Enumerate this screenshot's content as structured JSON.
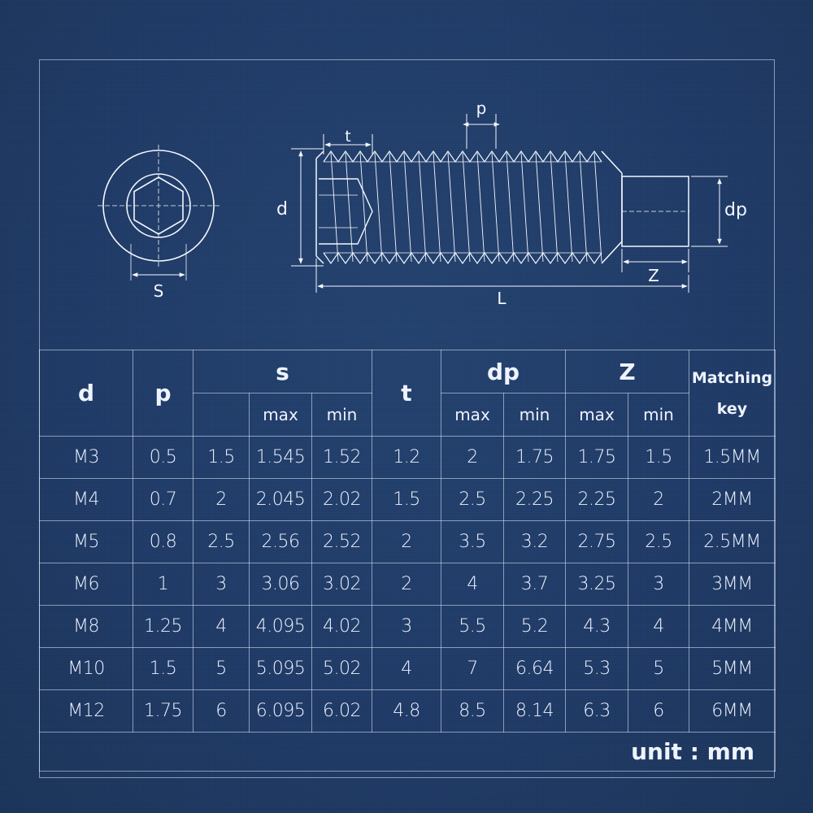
{
  "diagram": {
    "labels": {
      "p": "p",
      "t": "t",
      "d": "d",
      "dp": "dp",
      "z": "Z",
      "l": "L",
      "s": "S"
    }
  },
  "table": {
    "headers": {
      "d": "d",
      "p": "p",
      "s": "s",
      "t": "t",
      "dp": "dp",
      "z": "Z",
      "key_line1": "Matching",
      "key_line2": "key",
      "max": "max",
      "min": "min"
    },
    "rows": [
      [
        "M3",
        "0.5",
        "1.5",
        "1.545",
        "1.52",
        "1.2",
        "2",
        "1.75",
        "1.75",
        "1.5",
        "1.5MM"
      ],
      [
        "M4",
        "0.7",
        "2",
        "2.045",
        "2.02",
        "1.5",
        "2.5",
        "2.25",
        "2.25",
        "2",
        "2MM"
      ],
      [
        "M5",
        "0.8",
        "2.5",
        "2.56",
        "2.52",
        "2",
        "3.5",
        "3.2",
        "2.75",
        "2.5",
        "2.5MM"
      ],
      [
        "M6",
        "1",
        "3",
        "3.06",
        "3.02",
        "2",
        "4",
        "3.7",
        "3.25",
        "3",
        "3MM"
      ],
      [
        "M8",
        "1.25",
        "4",
        "4.095",
        "4.02",
        "3",
        "5.5",
        "5.2",
        "4.3",
        "4",
        "4MM"
      ],
      [
        "M10",
        "1.5",
        "5",
        "5.095",
        "5.02",
        "4",
        "7",
        "6.64",
        "5.3",
        "5",
        "5MM"
      ],
      [
        "M12",
        "1.75",
        "6",
        "6.095",
        "6.02",
        "4.8",
        "8.5",
        "8.14",
        "6.3",
        "6",
        "6MM"
      ]
    ],
    "unit": "unit : mm"
  },
  "colors": {
    "background": "#1f3a66",
    "line": "#f4f7ff"
  }
}
